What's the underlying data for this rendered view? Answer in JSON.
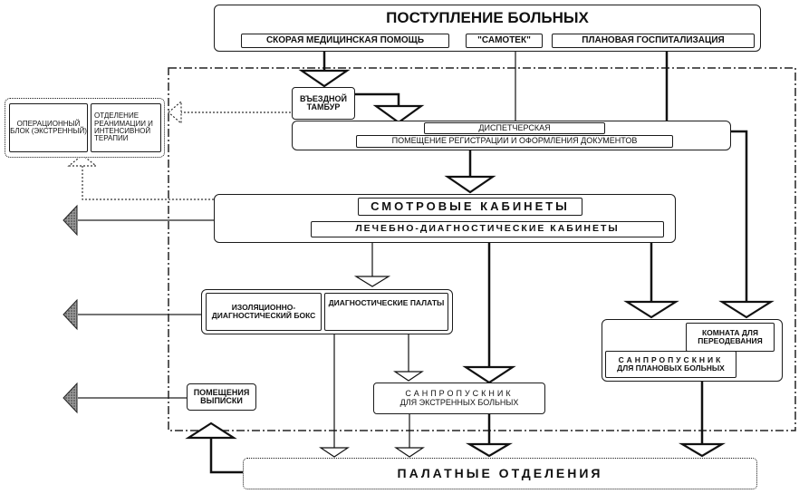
{
  "title": "ПОСТУПЛЕНИЕ БОЛЬНЫХ",
  "intake_sources": [
    "СКОРАЯ МЕДИЦИНСКАЯ ПОМОЩЬ",
    "\"САМОТЕК\"",
    "ПЛАНОВАЯ ГОСПИТАЛИЗАЦИЯ"
  ],
  "entrance": "ВЪЕЗДНОЙ ТАМБУР",
  "dispatch": "ДИСПЕТЧЕРСКАЯ",
  "registration": "ПОМЕЩЕНИЕ РЕГИСТРАЦИИ И ОФОРМЛЕНИЯ ДОКУМЕНТОВ",
  "emergency_unit": {
    "operating": "ОПЕРАЦИОННЫЙ БЛОК (ЭКСТРЕННЫЙ)",
    "icu": "ОТДЕЛЕНИЕ РЕАНИМАЦИИ И ИНТЕНСИВНОЙ ТЕРАПИИ"
  },
  "exam_rooms": "СМОТРОВЫЕ КАБИНЕТЫ",
  "diag_rooms": "ЛЕЧЕБНО-ДИАГНОСТИЧЕСКИЕ КАБИНЕТЫ",
  "isolation_box": "ИЗОЛЯЦИОННО-ДИАГНОСТИЧЕСКИЙ БОКС",
  "diag_wards": "ДИАГНОСТИЧЕСКИЕ ПАЛАТЫ",
  "changing_room": "КОМНАТА ДЛЯ ПЕРЕОДЕВАНИЯ",
  "sanitary_planned": {
    "line1": "САНПРОПУСКНИК",
    "line2": "ДЛЯ ПЛАНОВЫХ БОЛЬНЫХ"
  },
  "sanitary_emergency": {
    "line1": "САНПРОПУСКНИК",
    "line2": "ДЛЯ ЭКСТРЕННЫХ БОЛЬНЫХ"
  },
  "discharge": "ПОМЕЩЕНИЯ ВЫПИСКИ",
  "wards": "ПАЛАТНЫЕ ОТДЕЛЕНИЯ"
}
